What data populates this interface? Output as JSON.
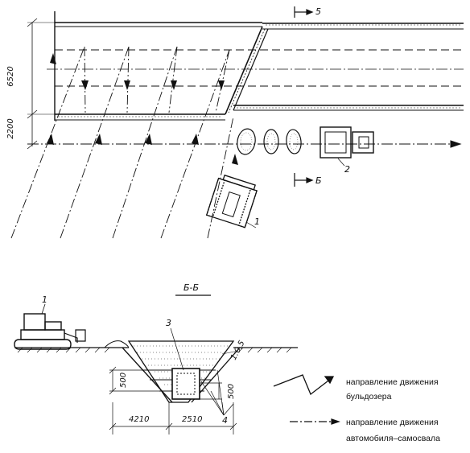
{
  "plan": {
    "dim_width_main": "6520",
    "dim_width_lower": "2200",
    "section_mark_top": "5",
    "section_mark_bottom": "Б",
    "label_bulldozer": "1",
    "label_truck": "2"
  },
  "section": {
    "title": "Б-Б",
    "label_bulldozer": "1",
    "label_pipe": "3",
    "label_layers": "4",
    "slope_ratio": "1:0,5",
    "dim_height_left": "500",
    "dim_height_right": "500",
    "dim_base_left": "4210",
    "dim_base_mid": "2510"
  },
  "legend": {
    "bulldozer_line1": "направление движения",
    "bulldozer_line2": "бульдозера",
    "truck_line1": "направление движения",
    "truck_line2": "автомобиля–самосвала"
  }
}
